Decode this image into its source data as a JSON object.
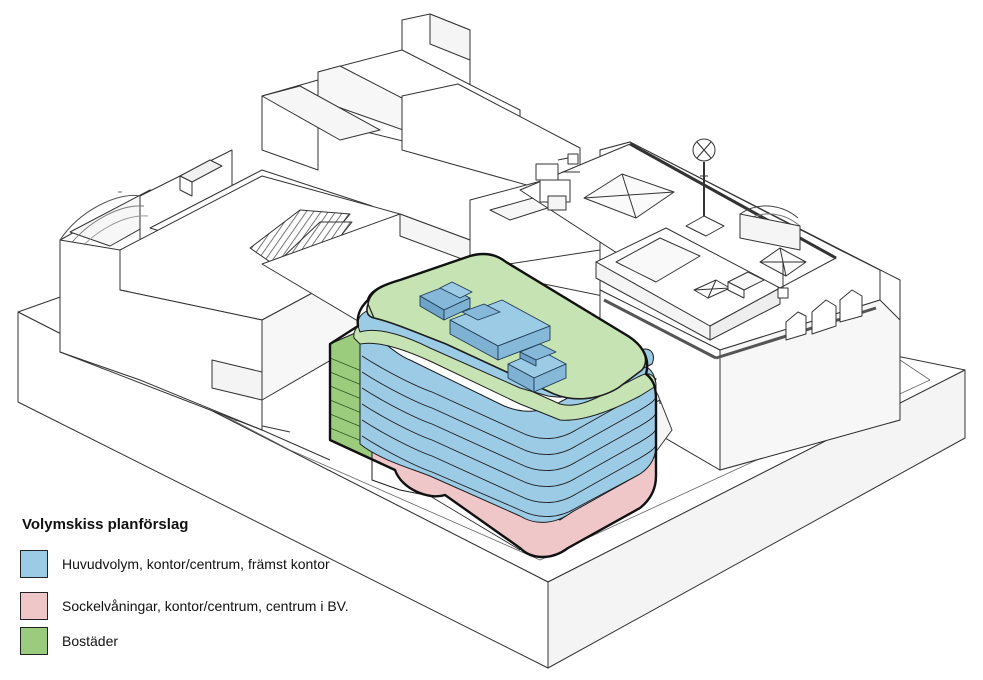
{
  "legend": {
    "title": "Volymskiss planförslag",
    "items": [
      {
        "key": "main",
        "label": "Huvudvolym, kontor/centrum, främst kontor",
        "color": "#9ccbe6"
      },
      {
        "key": "base",
        "label": "Sockelvåningar, kontor/centrum, centrum i BV.",
        "color": "#efc7c9"
      },
      {
        "key": "housing",
        "label": "Bostäder",
        "color": "#9bcc7d"
      }
    ]
  },
  "colors": {
    "main_volume": "#9ccbe6",
    "main_volume_dark": "#86b8d9",
    "base_floors": "#efc7c9",
    "housing": "#9bcc7d",
    "housing_light": "#c6e3b4",
    "context_fill": "#ffffff",
    "context_shade": "#f2f2f2",
    "outline": "#222222"
  }
}
